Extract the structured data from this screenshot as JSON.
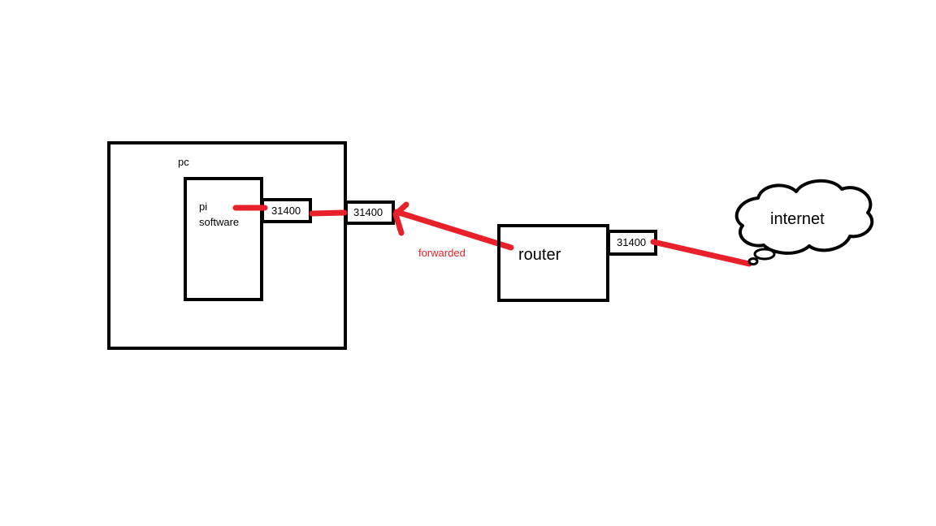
{
  "colors": {
    "background": "#ffffff",
    "stroke": "#000000",
    "link": "#e8202a"
  },
  "pc": {
    "label": "pc",
    "pi_software": {
      "label_line1": "pi",
      "label_line2": "software",
      "port": "31400"
    },
    "port": "31400"
  },
  "arrow": {
    "label": "forwarded"
  },
  "router": {
    "label": "router",
    "port": "31400"
  },
  "internet": {
    "label": "internet"
  }
}
